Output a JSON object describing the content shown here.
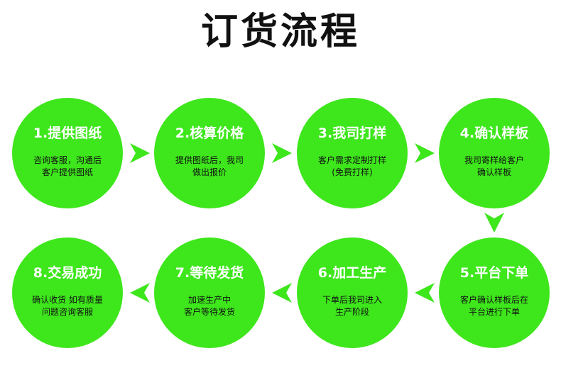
{
  "title": "订货流程",
  "colors": {
    "circle": "#3ee61c",
    "arrow": "#3ee61c",
    "title": "#111111"
  },
  "steps": [
    {
      "title": "1.提供图纸",
      "desc": "咨询客服，沟通后\n客户提供图纸"
    },
    {
      "title": "2.核算价格",
      "desc": "提供图纸后，我司\n做出报价"
    },
    {
      "title": "3.我司打样",
      "desc": "客户需求定制打样\n(免费打样)"
    },
    {
      "title": "4.确认样板",
      "desc": "我司寄样给客户\n确认样板"
    },
    {
      "title": "5.平台下单",
      "desc": "客户确认样板后在\n平台进行下单"
    },
    {
      "title": "6.加工生产",
      "desc": "下单后我司进入\n生产阶段"
    },
    {
      "title": "7.等待发货",
      "desc": "加速生产中\n客户等待发货"
    },
    {
      "title": "8.交易成功",
      "desc": "确认收货 如有质量\n问题咨询客服"
    }
  ],
  "arrow_icon": "chevron-arrow-icon"
}
